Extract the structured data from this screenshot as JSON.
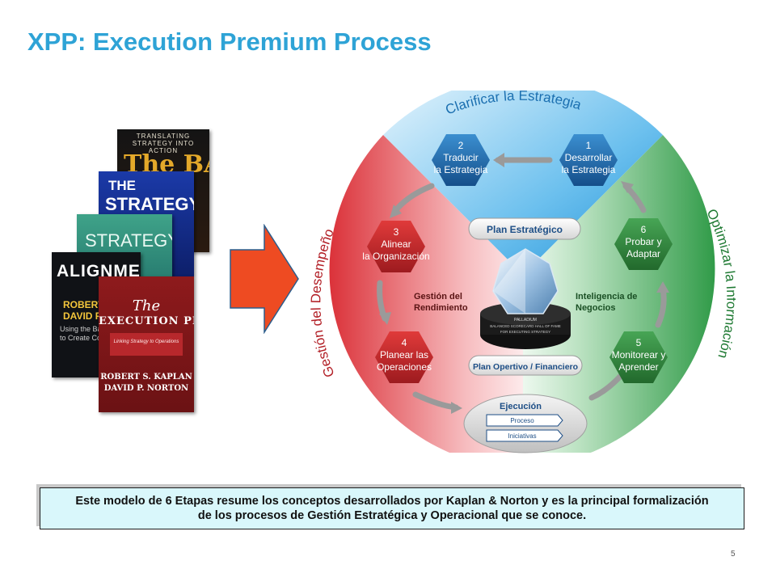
{
  "title": "XPP: Execution Premium Process",
  "books": {
    "balanced": {
      "line1": "TRANSLATING STRATEGY INTO ACTION",
      "line2": "The BALANCED"
    },
    "strategy_focused": {
      "line1": "THE",
      "line2": "STRATEGY-"
    },
    "strategy_maps": {
      "line1": "STRATEGY"
    },
    "alignment": {
      "line1": "ALIGNMENT",
      "line2a": "ROBERT S",
      "line2b": "DAVID P.",
      "line3a": "Using the Balanc",
      "line3b": "to Create Corpo"
    },
    "execution_premium": {
      "line1": "The",
      "line2": "EXECUTION PREMIUM",
      "line3": "Linking Strategy to Operations",
      "line4a": "ROBERT S. KAPLAN",
      "line4b": "DAVID P. NORTON"
    }
  },
  "diagram": {
    "arc_top": "Clarificar la Estrategia",
    "arc_left": "Gestión del Desempeño",
    "arc_right": "Optimizar la Información",
    "steps": [
      {
        "num": "1",
        "line1": "Desarrollar",
        "line2": "la Estrategia"
      },
      {
        "num": "2",
        "line1": "Traducir",
        "line2": "la Estrategia"
      },
      {
        "num": "3",
        "line1": "Alinear",
        "line2": "la Organización"
      },
      {
        "num": "4",
        "line1": "Planear las",
        "line2": "Operaciones"
      },
      {
        "num": "5",
        "line1": "Monitorear y",
        "line2": "Aprender"
      },
      {
        "num": "6",
        "line1": "Probar y",
        "line2": "Adaptar"
      }
    ],
    "plan_estrategico": "Plan Estratégico",
    "plan_operativo": "Plan Opertivo / Financiero",
    "gestion_rendimiento_1": "Gestión del",
    "gestion_rendimiento_2": "Rendimiento",
    "inteligencia_1": "Inteligencia de",
    "inteligencia_2": "Negocios",
    "ejecucion": "Ejecución",
    "proceso": "Proceso",
    "iniciativas": "Iniciativas",
    "trophy_brand": "PALLADIUM",
    "trophy_line1": "BALANCED SCORECARD HALL OF FAME",
    "trophy_line2": "FOR EXECUTING STRATEGY"
  },
  "summary_line1": "Este modelo de 6 Etapas resume los conceptos desarrollados por Kaplan & Norton y es la principal formalización",
  "summary_line2": "de los procesos de Gestión Estratégica y Operacional que se conoce.",
  "page_number": "5",
  "colors": {
    "title": "#2ea3d6",
    "arrow": "#ee4b22",
    "blue_sector": "#2f9fe0",
    "red_sector": "#e0323c",
    "green_sector": "#2aa046",
    "hex_blue": "#1d6fb3",
    "hex_red": "#c62828",
    "hex_green": "#2f8a3a",
    "summary_bg": "#d9f7fb"
  }
}
